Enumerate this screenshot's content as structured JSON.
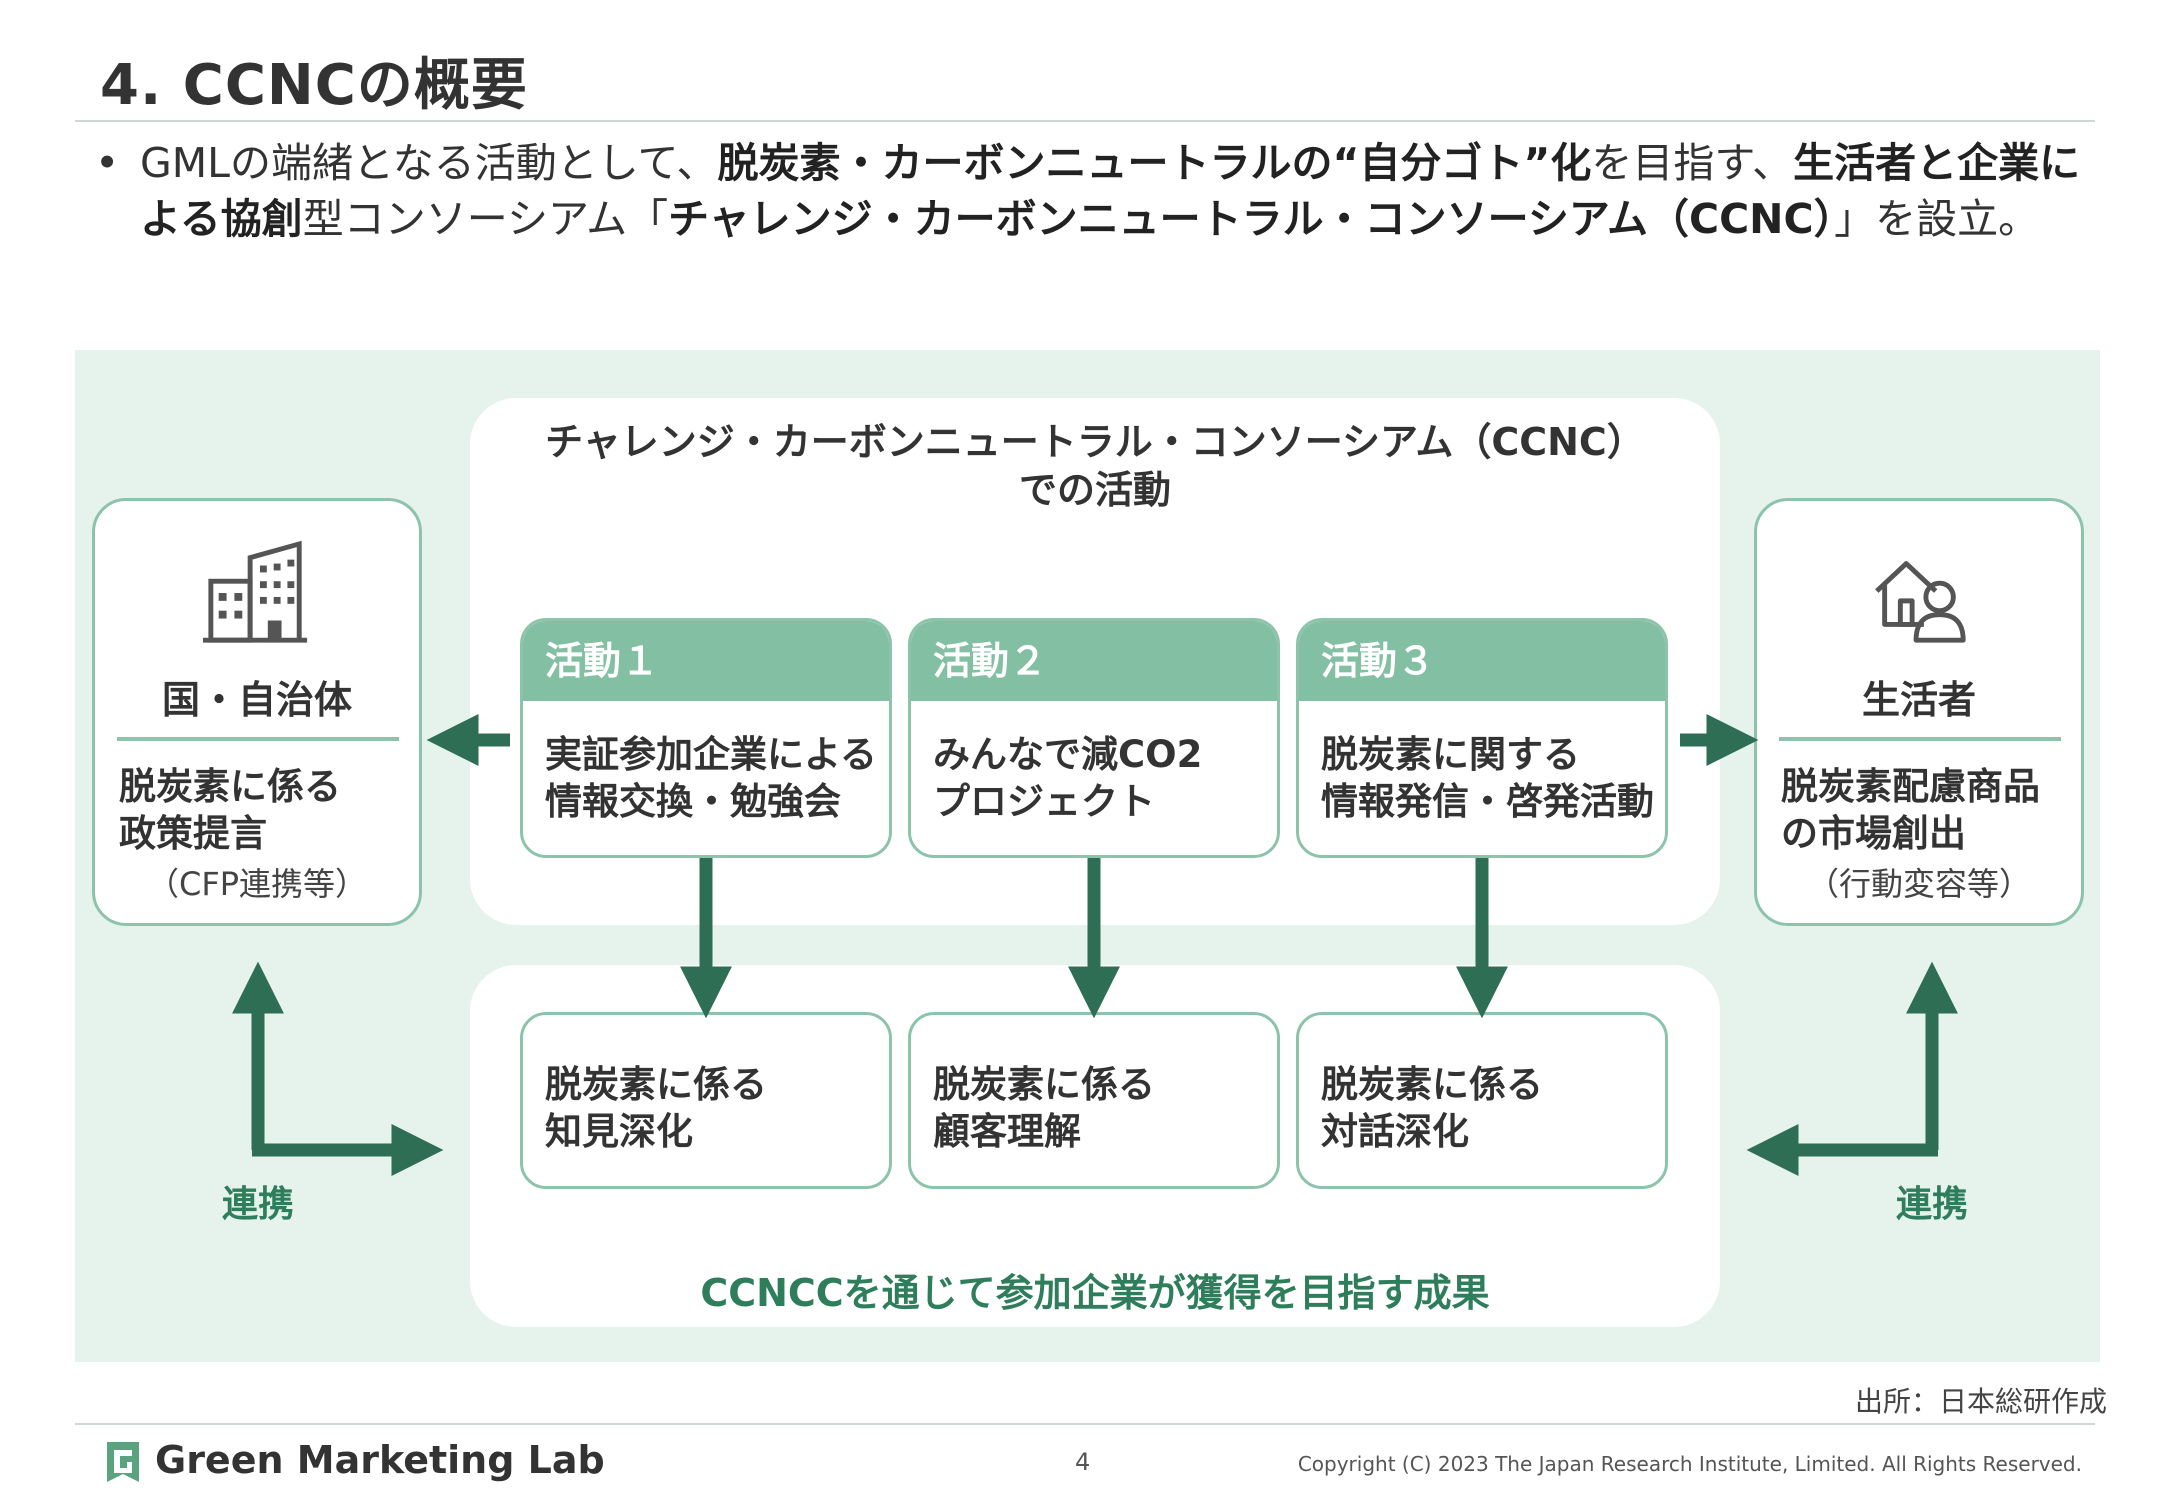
{
  "slide": {
    "title": "4. CCNCの概要",
    "bullet": {
      "dot": "•",
      "t1": "GMLの端緒となる活動として、",
      "b1": "脱炭素・カーボンニュートラルの“自分ゴト”化",
      "t2": "を目指す、",
      "b2": "生活者と企業による協創",
      "t3": "型コンソーシアム「",
      "b3": "チャレンジ・カーボンニュートラル・コンソーシアム（CCNC）",
      "t4": "」を設立。"
    }
  },
  "diagram": {
    "consortium_title_line1": "チャレンジ・カーボンニュートラル・コンソーシアム（CCNC）",
    "consortium_title_line2": "での活動",
    "left": {
      "icon": "building-icon",
      "name": "国・自治体",
      "desc_line1": "脱炭素に係る",
      "desc_line2": "政策提言",
      "note": "（CFP連携等）"
    },
    "right": {
      "icon": "house-person-icon",
      "name": "生活者",
      "desc_line1": "脱炭素配慮商品",
      "desc_line2": "の市場創出",
      "note": "（行動変容等）"
    },
    "activities": [
      {
        "head": "活動１",
        "line1": "実証参加企業による",
        "line2": "情報交換・勉強会"
      },
      {
        "head": "活動２",
        "line1": "みんなで減CO2",
        "line2": "プロジェクト"
      },
      {
        "head": "活動３",
        "line1": "脱炭素に関する",
        "line2": "情報発信・啓発活動"
      }
    ],
    "results": [
      {
        "line1": "脱炭素に係る",
        "line2": "知見深化"
      },
      {
        "line1": "脱炭素に係る",
        "line2": "顧客理解"
      },
      {
        "line1": "脱炭素に係る",
        "line2": "対話深化"
      }
    ],
    "result_caption": "CCNCCを通じて参加企業が獲得を目指す成果",
    "link_left": "連携",
    "link_right": "連携",
    "arrow_color": "#2e6e55"
  },
  "footer": {
    "source": "出所：日本総研作成",
    "brand": "Green Marketing Lab",
    "page": "4",
    "copyright": "Copyright (C) 2023 The Japan Research Institute, Limited. All Rights Reserved."
  }
}
